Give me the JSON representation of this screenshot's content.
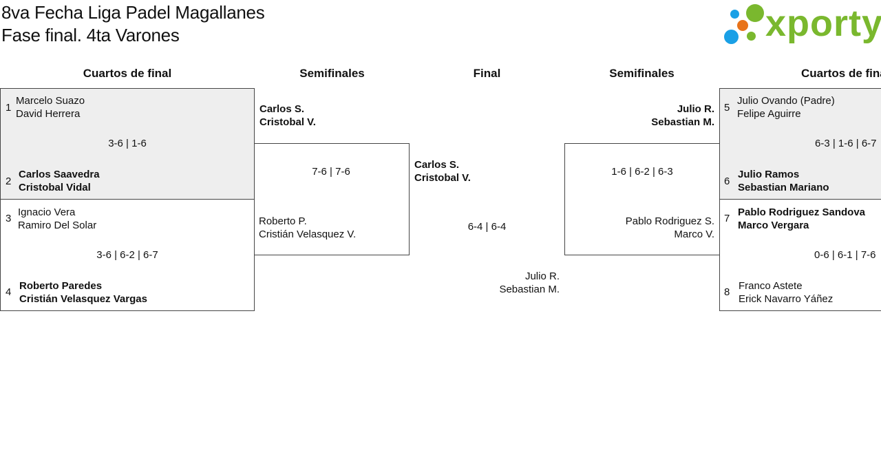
{
  "header": {
    "title_line1": "8va Fecha Liga Padel Magallanes",
    "title_line2": "Fase final. 4ta Varones",
    "logo_text": "xporty",
    "logo_colors": {
      "green": "#7ab82e",
      "blue": "#1aa0e6",
      "orange": "#e8731a"
    }
  },
  "columns": {
    "left_quarters": "Cuartos de final",
    "left_semis": "Semifinales",
    "final": "Final",
    "right_semis": "Semifinales",
    "right_quarters": "Cuartos de final"
  },
  "left_quarters": [
    {
      "top": {
        "seed": "1",
        "p1": "Marcelo Suazo",
        "p2": "David Herrera"
      },
      "score": "3-6 | 1-6",
      "bottom": {
        "seed": "2",
        "p1": "Carlos Saavedra",
        "p2": "Cristobal Vidal"
      }
    },
    {
      "top": {
        "seed": "3",
        "p1": "Ignacio Vera",
        "p2": "Ramiro Del Solar"
      },
      "score": "3-6 | 6-2 | 6-7",
      "bottom": {
        "seed": "4",
        "p1": "Roberto Paredes",
        "p2": "Cristián Velasquez Vargas"
      }
    }
  ],
  "left_semi": {
    "top": {
      "p1": "Carlos S.",
      "p2": "Cristobal V."
    },
    "score": "7-6 | 7-6",
    "bottom": {
      "p1": "Roberto P.",
      "p2": "Cristián Velasquez V."
    }
  },
  "final": {
    "top": {
      "p1": "Carlos S.",
      "p2": "Cristobal V."
    },
    "score": "6-4 | 6-4",
    "bottom": {
      "p1": "Julio R.",
      "p2": "Sebastian M."
    }
  },
  "right_semi": {
    "top": {
      "p1": "Julio R.",
      "p2": "Sebastian M."
    },
    "score": "1-6 | 6-2 | 6-3",
    "bottom": {
      "p1": "Pablo Rodriguez S.",
      "p2": "Marco V."
    }
  },
  "right_quarters": [
    {
      "top": {
        "seed": "5",
        "p1": "Julio Ovando (Padre)",
        "p2": "Felipe Aguirre"
      },
      "score": "6-3 | 1-6 | 6-7",
      "bottom": {
        "seed": "6",
        "p1": "Julio Ramos",
        "p2": "Sebastian Mariano"
      }
    },
    {
      "top": {
        "seed": "7",
        "p1": "Pablo Rodriguez Sandova",
        "p2": "Marco Vergara"
      },
      "score": "0-6 | 6-1 | 7-6",
      "bottom": {
        "seed": "8",
        "p1": "Franco Astete",
        "p2": "Erick Navarro Yáñez"
      }
    }
  ]
}
